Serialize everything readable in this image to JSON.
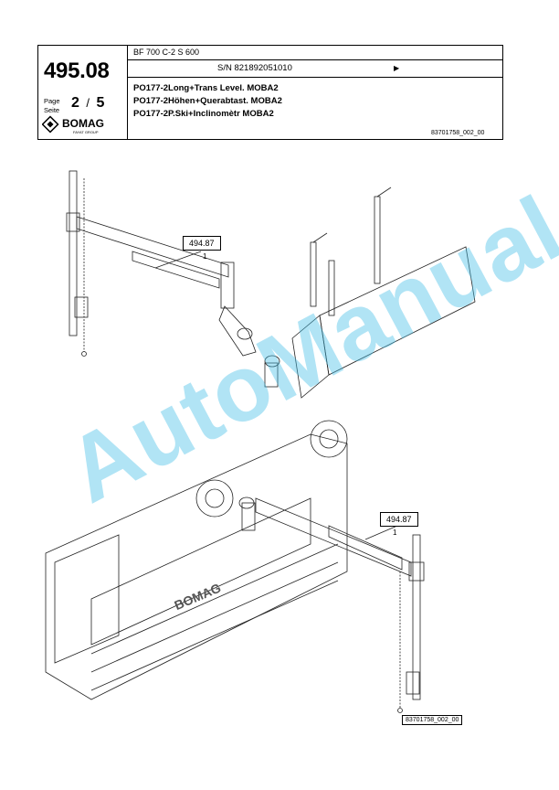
{
  "header": {
    "doc_number": "495.08",
    "page_label_en": "Page",
    "page_label_de": "Seite",
    "page_current": "2",
    "page_sep": "/",
    "page_total": "5",
    "brand": "BOMAG",
    "brand_sub": "FAYAT GROUP",
    "model": "BF 700 C-2 S 600",
    "serial": "S/N 821892051010",
    "titles": [
      "PO177-2Long+Trans Level. MOBA2",
      "PO177-2Höhen+Querabtast. MOBA2",
      "PO177-2P.Ski+Inclinomètr MOBA2"
    ],
    "drawing_ref": "83701758_002_00"
  },
  "drawing": {
    "callouts": [
      {
        "ref": "494.87",
        "item": "1"
      },
      {
        "ref": "494.87",
        "item": "1"
      }
    ],
    "bottom_ref": "83701758_002_00",
    "machine_label": "BOMAG"
  },
  "watermark": "AutoManual"
}
